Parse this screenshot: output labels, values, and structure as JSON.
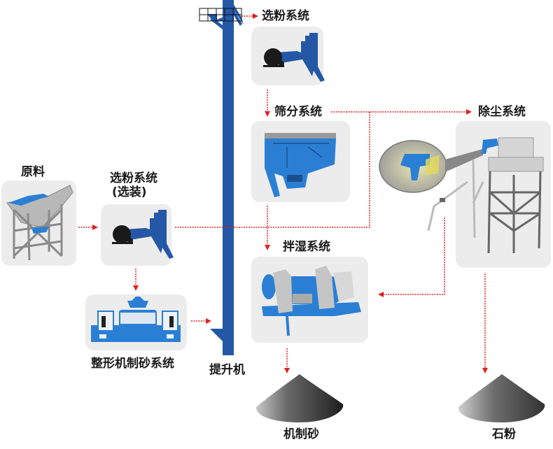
{
  "title": "机制砂生产工艺流程",
  "colors": {
    "accent_blue": "#2457a6",
    "machine_blue": "#2a7fd4",
    "arrow_red": "#e02020",
    "panel_gray": "#ececec"
  },
  "nodes": {
    "raw_material": {
      "label": "原料"
    },
    "powder_select_optional": {
      "label_line1": "选粉系统",
      "label_line2": "(选装)"
    },
    "shaping_sand": {
      "label": "整形机制砂系统"
    },
    "elevator": {
      "label": "提升机"
    },
    "powder_select": {
      "label": "选粉系统"
    },
    "screening": {
      "label": "筛分系统"
    },
    "mixing_wet": {
      "label": "拌湿系统"
    },
    "dust_removal": {
      "label": "除尘系统"
    },
    "output_sand": {
      "label": "机制砂"
    },
    "output_powder": {
      "label": "石粉"
    }
  },
  "flows": [
    {
      "from": "原料",
      "to": "选粉系统(选装)"
    },
    {
      "from": "选粉系统(选装)",
      "to": "整形机制砂系统"
    },
    {
      "from": "选粉系统(选装)",
      "to": "除尘系统"
    },
    {
      "from": "整形机制砂系统",
      "to": "提升机"
    },
    {
      "from": "提升机",
      "to": "选粉系统"
    },
    {
      "from": "选粉系统",
      "to": "筛分系统"
    },
    {
      "from": "筛分系统",
      "to": "拌湿系统"
    },
    {
      "from": "筛分系统",
      "to": "除尘系统"
    },
    {
      "from": "除尘系统",
      "to": "拌湿系统"
    },
    {
      "from": "除尘系统",
      "to": "石粉"
    },
    {
      "from": "拌湿系统",
      "to": "机制砂"
    }
  ]
}
